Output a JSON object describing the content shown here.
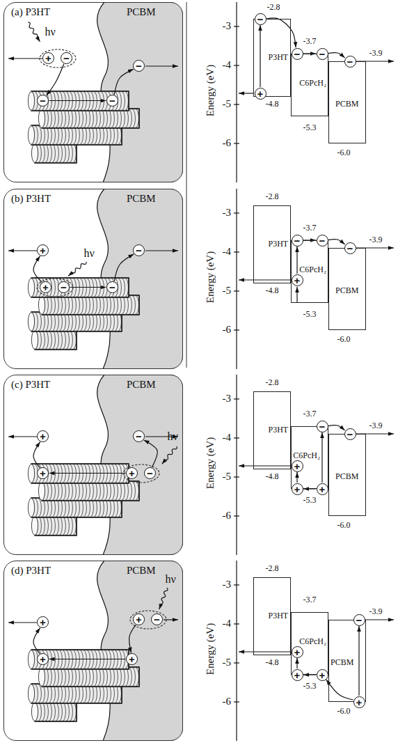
{
  "diagram": {
    "nodes": [
      {
        "text": [
          "(a) P3HT",
          "PCBM"
        ]
      },
      {
        "text": [
          "+"
        ],
        "in": 0
      },
      {
        "text": [
          "−"
        ],
        "in": 0
      },
      {
        "text": [
          "−"
        ],
        "in": 0
      },
      {
        "text": [
          "−"
        ],
        "in": 0
      },
      {
        "text": [
          "−"
        ],
        "in": 0
      },
      {
        "text": [
          "P3HT"
        ]
      },
      {
        "text": [
          "C6PcH₂"
        ]
      },
      {
        "text": [
          "PCBM"
        ]
      },
      {
        "text": [
          "−"
        ]
      },
      {
        "text": [
          "+"
        ]
      },
      {
        "text": [
          "−"
        ]
      },
      {
        "text": [
          "−"
        ]
      },
      {
        "text": [
          "−"
        ]
      },
      {
        "text": [
          "(b) P3HT",
          "PCBM"
        ]
      },
      {
        "text": [
          "+"
        ],
        "in": 14
      },
      {
        "text": [
          "+"
        ],
        "in": 14
      },
      {
        "text": [
          "−"
        ],
        "in": 14
      },
      {
        "text": [
          "−"
        ],
        "in": 14
      },
      {
        "text": [
          "−"
        ],
        "in": 14
      },
      {
        "text": [
          "P3HT"
        ]
      },
      {
        "text": [
          "C6PcH₂"
        ]
      },
      {
        "text": [
          "PCBM"
        ]
      },
      {
        "text": [
          "−"
        ]
      },
      {
        "text": [
          "−"
        ]
      },
      {
        "text": [
          "−"
        ]
      },
      {
        "text": [
          "+"
        ]
      },
      {
        "text": [
          "(c) P3HT",
          "PCBM"
        ]
      },
      {
        "text": [
          "+"
        ],
        "in": 27
      },
      {
        "text": [
          "+"
        ],
        "in": 27
      },
      {
        "text": [
          "+"
        ],
        "in": 27
      },
      {
        "text": [
          "−"
        ],
        "in": 27
      },
      {
        "text": [
          "−"
        ],
        "in": 27
      },
      {
        "text": [
          "P3HT"
        ]
      },
      {
        "text": [
          "C6PcH₂"
        ]
      },
      {
        "text": [
          "PCBM"
        ]
      },
      {
        "text": [
          "−"
        ]
      },
      {
        "text": [
          "−"
        ]
      },
      {
        "text": [
          "+"
        ]
      },
      {
        "text": [
          "+"
        ]
      },
      {
        "text": [
          "+"
        ]
      },
      {
        "text": [
          "(d) P3HT",
          "PCBM"
        ]
      },
      {
        "text": [
          "+"
        ],
        "in": 41
      },
      {
        "text": [
          "+"
        ],
        "in": 41
      },
      {
        "text": [
          "+"
        ],
        "in": 41
      },
      {
        "text": [
          "+"
        ],
        "in": 41
      },
      {
        "text": [
          "−"
        ],
        "in": 41
      },
      {
        "text": [
          "P3HT"
        ]
      },
      {
        "text": [
          "C6PcH₂"
        ]
      },
      {
        "text": [
          "PCBM"
        ]
      },
      {
        "text": [
          "−"
        ]
      },
      {
        "text": [
          "+"
        ]
      },
      {
        "text": [
          "+"
        ]
      },
      {
        "text": [
          "+"
        ]
      },
      {
        "text": [
          "+"
        ]
      }
    ],
    "edges": [
      {
        "from": 2,
        "to": 3,
        "arrow": "to"
      },
      {
        "from": 3,
        "to": 4,
        "arrow": "to"
      },
      {
        "from": 4,
        "to": 5,
        "arrow": "to"
      },
      {
        "from": 10,
        "to": 9,
        "arrow": "to"
      },
      {
        "from": 9,
        "to": 11,
        "arrow": "to"
      },
      {
        "from": 11,
        "to": 12,
        "arrow": "to"
      },
      {
        "from": 12,
        "to": 13,
        "arrow": "to"
      },
      {
        "from": 16,
        "to": 15,
        "arrow": "to"
      },
      {
        "from": 17,
        "to": 18,
        "arrow": "to"
      },
      {
        "from": 18,
        "to": 19,
        "arrow": "to"
      },
      {
        "from": 26,
        "to": 23,
        "arrow": "to"
      },
      {
        "from": 23,
        "to": 24,
        "arrow": "to"
      },
      {
        "from": 24,
        "to": 25,
        "arrow": "to"
      },
      {
        "from": 29,
        "to": 28,
        "arrow": "to"
      },
      {
        "from": 30,
        "to": 29,
        "arrow": "to"
      },
      {
        "from": 31,
        "to": 32,
        "arrow": "to"
      },
      {
        "from": 40,
        "to": 36,
        "arrow": "to"
      },
      {
        "from": 36,
        "to": 37,
        "arrow": "to"
      },
      {
        "from": 40,
        "to": 39,
        "arrow": "to"
      },
      {
        "from": 39,
        "to": 38,
        "arrow": "to"
      },
      {
        "from": 43,
        "to": 42,
        "arrow": "to"
      },
      {
        "from": 44,
        "to": 43,
        "arrow": "to"
      },
      {
        "from": 45,
        "to": 44,
        "arrow": "to"
      },
      {
        "from": 54,
        "to": 50,
        "arrow": "to"
      },
      {
        "from": 54,
        "to": 53,
        "arrow": "to"
      },
      {
        "from": 53,
        "to": 52,
        "arrow": "to"
      },
      {
        "from": 52,
        "to": 51,
        "arrow": "to"
      }
    ],
    "labels": [
      "hν",
      "Energy (eV)",
      "-3",
      "-4",
      "-5",
      "-6",
      "-2.8",
      "-4.8",
      "-3.7",
      "-5.3",
      "-3.9",
      "-6.0",
      "hν",
      "Energy (eV)",
      "-3",
      "-4",
      "-5",
      "-6",
      "-2.8",
      "-4.8",
      "-3.7",
      "-5.3",
      "-3.9",
      "-6.0",
      "hν",
      "Energy (eV)",
      "-3",
      "-4",
      "-5",
      "-6",
      "-2.8",
      "-4.8",
      "-3.7",
      "-5.3",
      "-3.9",
      "-6.0",
      "hν",
      "Energy (eV)",
      "-3",
      "-4",
      "-5",
      "-6",
      "-2.8",
      "-4.8",
      "-3.7",
      "-5.3",
      "-3.9",
      "-6.0"
    ]
  }
}
